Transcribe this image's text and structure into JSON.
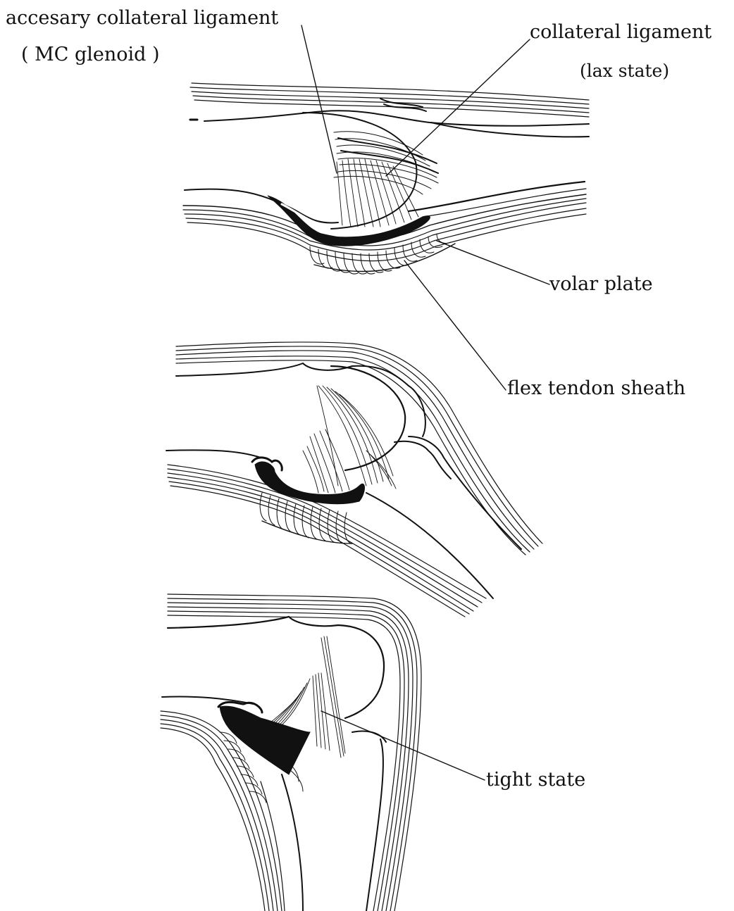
{
  "labels": {
    "accessory_collateral_ligament": "accesary collateral  ligament",
    "mc_glenoid": "( MC glenoid )",
    "collateral_ligament": "collateral ligament",
    "lax_state": "(lax state)",
    "volar_plate": "volar plate",
    "flex_tendon_sheath": "flex tendon sheath",
    "tight_state": "tight state"
  },
  "colors": {
    "ink": "#111111",
    "paper": "#ffffff"
  }
}
